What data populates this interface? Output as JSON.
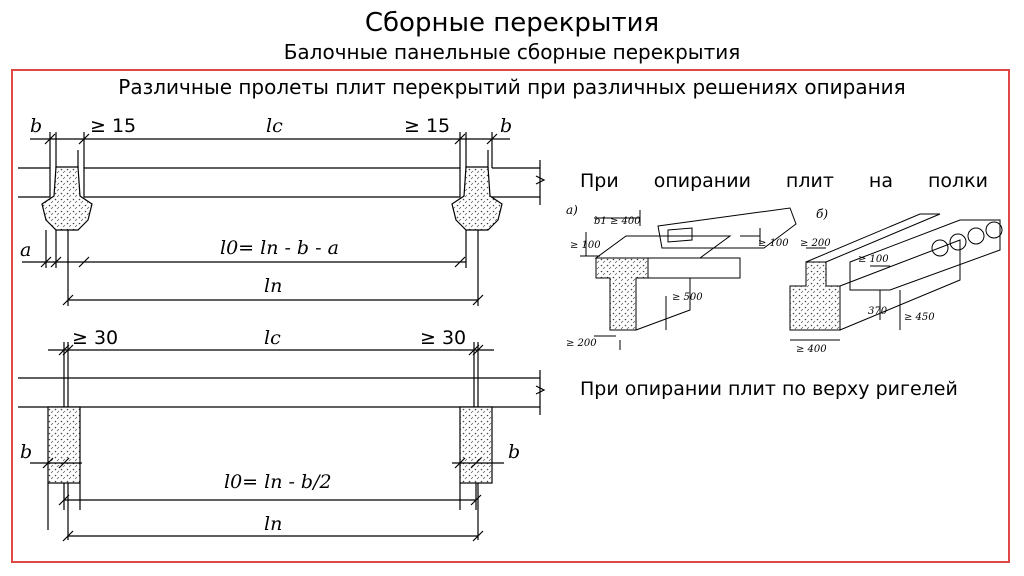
{
  "slide": {
    "title": "Сборные перекрытия",
    "subtitle": "Балочные панельные сборные перекрытия",
    "heading": "Различные пролеты плит перекрытий при различных решениях опирания"
  },
  "top_diagram": {
    "b_left": "b",
    "ge15_left": "≥ 15",
    "lc": "lc",
    "ge15_right": "≥ 15",
    "b_right": "b",
    "a": "a",
    "l0_formula": "l0= ln - b - a",
    "ln": "ln"
  },
  "bottom_diagram": {
    "ge30_left": "≥ 30",
    "lc": "lc",
    "ge30_right": "≥ 30",
    "b_left": "b",
    "b_right": "b",
    "l0_formula": "l0= ln - b/2",
    "ln": "ln"
  },
  "right_panel": {
    "note_shelves": "При опирании плит на полки",
    "note_top": "При опирании плит по верху ригелей",
    "figure_a": {
      "label": "а)",
      "dims": [
        "b1 ≥ 400",
        "≥ 100",
        "≥ 100",
        "≥ 500",
        "≥ 200"
      ]
    },
    "figure_b": {
      "label": "б)",
      "dims": [
        "≥ 200",
        "≥ 100",
        "370",
        "≥ 450",
        "≥ 400"
      ]
    }
  },
  "colors": {
    "frame_border": "#e04848",
    "ink": "#000000"
  }
}
